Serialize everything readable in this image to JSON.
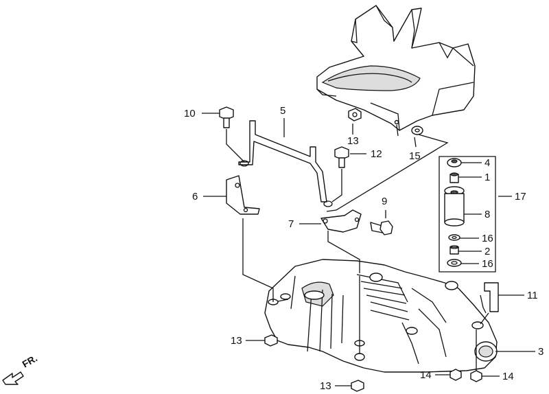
{
  "callouts": {
    "c1": "1",
    "c2": "2",
    "c3": "3",
    "c4": "4",
    "c5": "5",
    "c6": "6",
    "c7": "7",
    "c8": "8",
    "c9": "9",
    "c10": "10",
    "c11": "11",
    "c12": "12",
    "c13a": "13",
    "c13b": "13",
    "c13c": "13",
    "c14a": "14",
    "c14b": "14",
    "c15": "15",
    "c16a": "16",
    "c16b": "16",
    "c17": "17"
  },
  "direction_label": "FR."
}
